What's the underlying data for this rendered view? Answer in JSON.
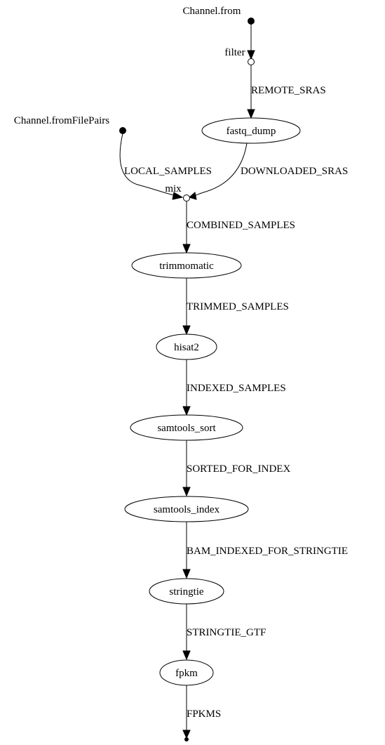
{
  "sources": {
    "channel_from": "Channel.from",
    "channel_from_file_pairs": "Channel.fromFilePairs"
  },
  "operators": {
    "filter": "filter",
    "mix": "mix"
  },
  "processes": {
    "fastq_dump": "fastq_dump",
    "trimmomatic": "trimmomatic",
    "hisat2": "hisat2",
    "samtools_sort": "samtools_sort",
    "samtools_index": "samtools_index",
    "stringtie": "stringtie",
    "fpkm": "fpkm"
  },
  "channels": {
    "remote_sras": "REMOTE_SRAS",
    "local_samples": "LOCAL_SAMPLES",
    "downloaded_sras": "DOWNLOADED_SRAS",
    "combined_samples": "COMBINED_SAMPLES",
    "trimmed_samples": "TRIMMED_SAMPLES",
    "indexed_samples": "INDEXED_SAMPLES",
    "sorted_for_index": "SORTED_FOR_INDEX",
    "bam_indexed_for_stringtie": "BAM_INDEXED_FOR_STRINGTIE",
    "stringtie_gtf": "STRINGTIE_GTF",
    "fpkms": "FPKMS"
  }
}
